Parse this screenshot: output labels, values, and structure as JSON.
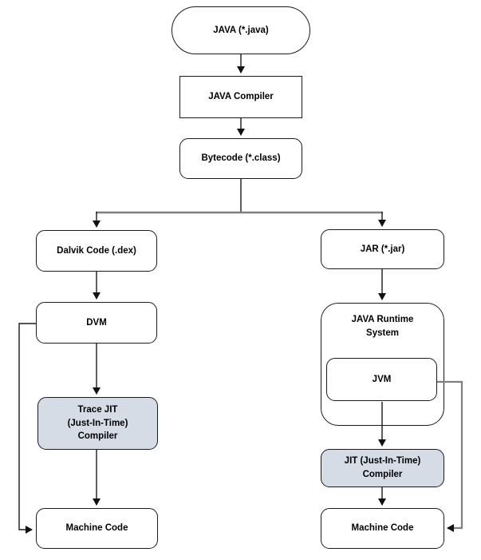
{
  "diagram": {
    "nodes": {
      "java_source": {
        "label": "JAVA (*.java)",
        "shape": "stadium",
        "fill": "#ffffff"
      },
      "java_compiler": {
        "label": "JAVA Compiler",
        "shape": "rectangle",
        "fill": "#ffffff"
      },
      "bytecode": {
        "label": "Bytecode (*.class)",
        "shape": "rounded-rectangle",
        "fill": "#ffffff"
      },
      "dalvik_code": {
        "label": "Dalvik Code (.dex)",
        "shape": "rounded-rectangle",
        "fill": "#ffffff"
      },
      "jar": {
        "label": "JAR (*.jar)",
        "shape": "rounded-rectangle",
        "fill": "#ffffff"
      },
      "dvm": {
        "label": "DVM",
        "shape": "rounded-rectangle",
        "fill": "#ffffff"
      },
      "java_runtime_system": {
        "label": "JAVA Runtime\nSystem",
        "shape": "rounded-container",
        "fill": "#ffffff"
      },
      "jvm": {
        "label": "JVM",
        "shape": "rounded-rectangle",
        "fill": "#ffffff"
      },
      "trace_jit_compiler": {
        "label": "Trace JIT\n(Just-In-Time)\nCompiler",
        "shape": "rounded-rectangle",
        "fill": "#d6dce5"
      },
      "jit_compiler": {
        "label": "JIT (Just-In-Time)\nCompiler",
        "shape": "rounded-rectangle",
        "fill": "#d6dce5"
      },
      "machine_code_left": {
        "label": "Machine Code",
        "shape": "rounded-rectangle",
        "fill": "#ffffff"
      },
      "machine_code_right": {
        "label": "Machine Code",
        "shape": "rounded-rectangle",
        "fill": "#ffffff"
      }
    },
    "colors": {
      "background": "#ffffff",
      "node_border": "#1a1a1a",
      "node_text": "#000000",
      "highlight_fill": "#d6dce5",
      "connector_black": "#1a1a1a",
      "connector_gray": "#7f7f7f"
    }
  }
}
